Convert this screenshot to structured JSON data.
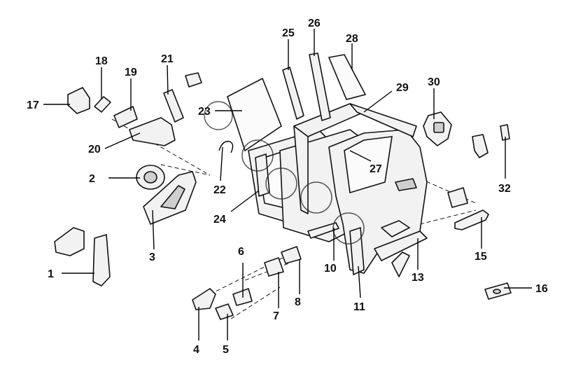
{
  "callouts": [
    {
      "id": "c1",
      "label": "1"
    },
    {
      "id": "c2",
      "label": "2"
    },
    {
      "id": "c3",
      "label": "3"
    },
    {
      "id": "c4",
      "label": "4"
    },
    {
      "id": "c5",
      "label": "5"
    },
    {
      "id": "c6",
      "label": "6"
    },
    {
      "id": "c7",
      "label": "7"
    },
    {
      "id": "c8",
      "label": "8"
    },
    {
      "id": "c10",
      "label": "10"
    },
    {
      "id": "c11",
      "label": "11"
    },
    {
      "id": "c13",
      "label": "13"
    },
    {
      "id": "c15",
      "label": "15"
    },
    {
      "id": "c16",
      "label": "16"
    },
    {
      "id": "c17",
      "label": "17"
    },
    {
      "id": "c18",
      "label": "18"
    },
    {
      "id": "c19",
      "label": "19"
    },
    {
      "id": "c20",
      "label": "20"
    },
    {
      "id": "c21",
      "label": "21"
    },
    {
      "id": "c22",
      "label": "22"
    },
    {
      "id": "c23",
      "label": "23"
    },
    {
      "id": "c24",
      "label": "24"
    },
    {
      "id": "c25",
      "label": "25"
    },
    {
      "id": "c26",
      "label": "26"
    },
    {
      "id": "c27",
      "label": "27"
    },
    {
      "id": "c28",
      "label": "28"
    },
    {
      "id": "c29",
      "label": "29"
    },
    {
      "id": "c30",
      "label": "30"
    },
    {
      "id": "c32",
      "label": "32"
    }
  ]
}
